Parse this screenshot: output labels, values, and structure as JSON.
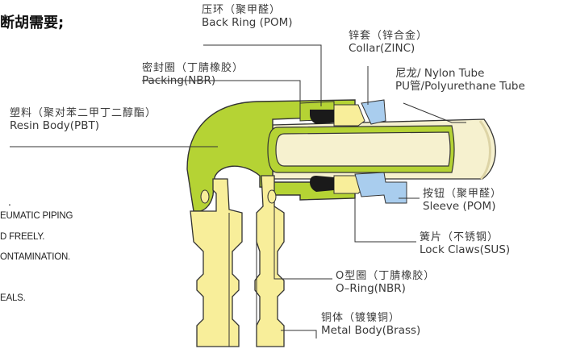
{
  "side_text": {
    "heading": "断胡需要;",
    "lines": [
      "EUMATIC PIPING",
      "D FREELY.",
      "ONTAMINATION.",
      "EALS."
    ],
    "dot": "."
  },
  "labels": {
    "back_ring": {
      "cn": "压环（聚甲醛）",
      "en": "Back Ring (POM)"
    },
    "collar": {
      "cn": "锌套（锌合金）",
      "en": "Collar(ZINC)"
    },
    "tube": {
      "cn": "尼龙/ Nylon Tube",
      "en": "PU管/Polyurethane Tube"
    },
    "packing": {
      "cn": "密封圈（丁腈橡胶）",
      "en": "Packing(NBR)"
    },
    "resin_body": {
      "cn": "塑料（聚对苯二甲丁二醇酯）",
      "en": "Resin Body(PBT)"
    },
    "sleeve": {
      "cn": "按钮（聚甲醛）",
      "en": "Sleeve (POM)"
    },
    "lock_claws": {
      "cn": "簧片（不锈钢）",
      "en": "Lock Claws(SUS)"
    },
    "o_ring": {
      "cn": "O型圈（丁腈橡胶）",
      "en": "O–Ring(NBR)"
    },
    "metal_body": {
      "cn": "铜体（镀镍铜）",
      "en": "Metal Body(Brass)"
    }
  },
  "colors": {
    "resin_green": "#b5d334",
    "brass_yellow": "#f8ee9a",
    "sleeve_blue": "#a9cdee",
    "tube_cream": "#f6f1cf",
    "seal_black": "#1a1a1a",
    "outline": "#333333"
  }
}
